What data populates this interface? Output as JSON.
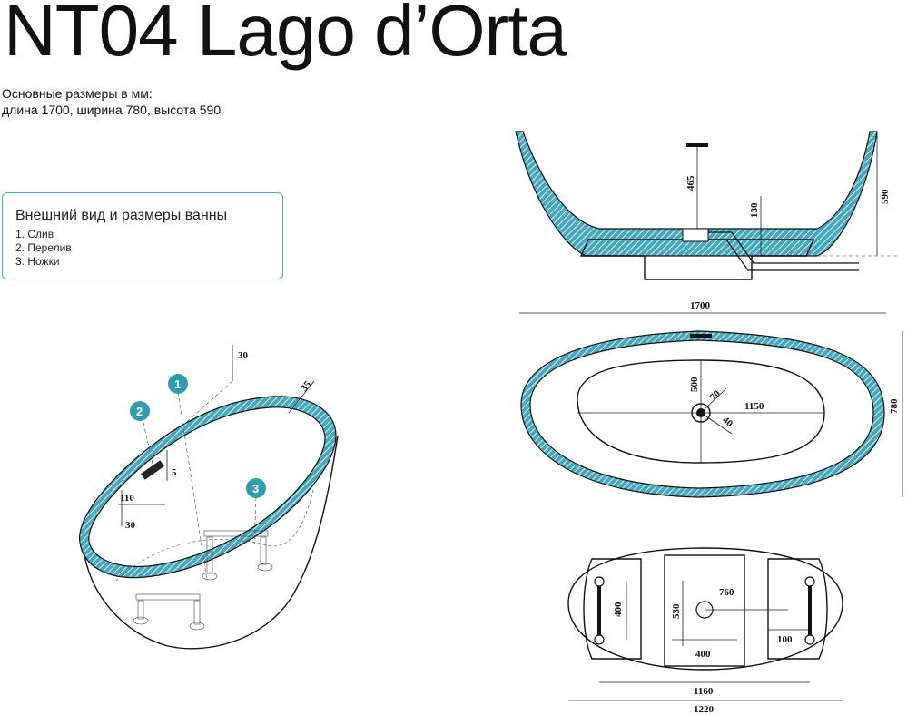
{
  "header": {
    "title": "NT04 Lago d’Orta",
    "subtitle_line1": "Основные размеры в мм:",
    "subtitle_line2": "длина 1700, ширина 780, высота 590"
  },
  "legend": {
    "title": "Внешний вид и размеры ванны",
    "items": [
      "1. Слив",
      "2. Перелив",
      "3. Ножки"
    ]
  },
  "callouts": [
    "1",
    "2",
    "3"
  ],
  "colors": {
    "accent": "#3a9fb2",
    "accent_dark": "#1f7f92",
    "line": "#111111"
  },
  "dimensions": {
    "iso_30_top": "30",
    "iso_35": "35",
    "iso_5": "5",
    "iso_110": "110",
    "iso_30_bottom": "30",
    "side_465": "465",
    "side_130": "130",
    "side_590": "590",
    "top_1700": "1700",
    "top_500": "500",
    "top_70": "70",
    "top_1150": "1150",
    "top_40": "40",
    "top_780": "780",
    "bottom_760": "760",
    "bottom_400_left": "400",
    "bottom_530": "530",
    "bottom_100": "100",
    "bottom_400": "400",
    "bottom_1160": "1160",
    "bottom_1220": "1220"
  }
}
